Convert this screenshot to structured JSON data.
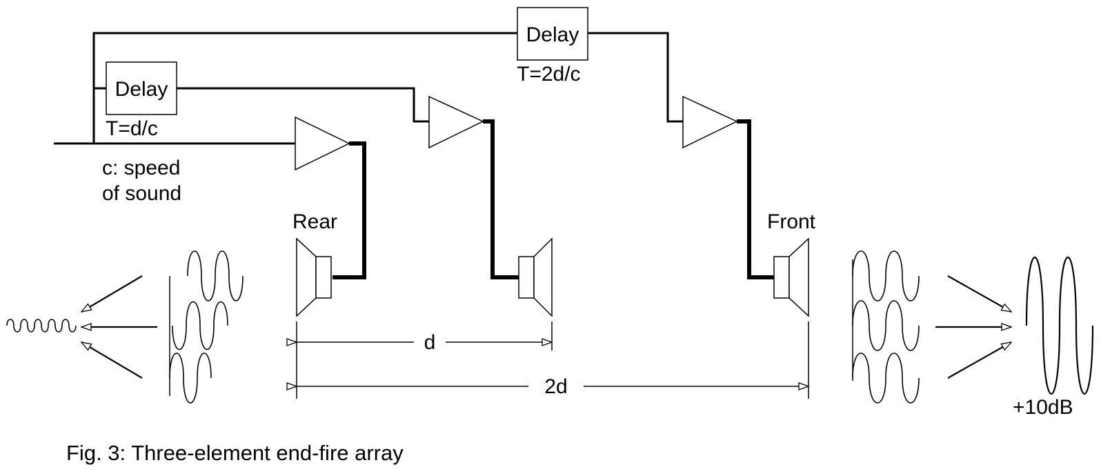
{
  "diagram": {
    "delay_label": "Delay",
    "delay1_time": "T=d/c",
    "delay2_time": "T=2d/c",
    "speed_note_line1": "c: speed",
    "speed_note_line2": "of sound",
    "rear_label": "Rear",
    "front_label": "Front",
    "dim_d": "d",
    "dim_2d": "2d",
    "gain_label": "+10dB",
    "caption": "Fig. 3: Three-element end-fire array"
  }
}
